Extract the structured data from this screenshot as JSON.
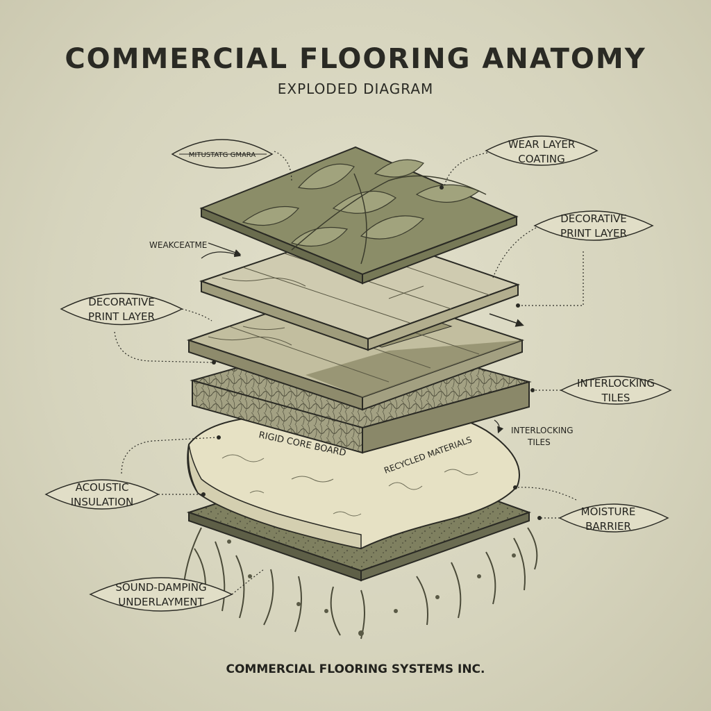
{
  "title": "COMMERCIAL FLOORING ANATOMY",
  "subtitle": "EXPLODED DIAGRAM",
  "footer": "COMMERCIAL FLOORING SYSTEMS INC.",
  "colors": {
    "background": "#d8d6c0",
    "ink": "#2a2a24",
    "top_layer": "#8b8d68",
    "wood_light": "#cfcbb0",
    "wood_mid": "#b8b493",
    "wood_dark": "#9a9774",
    "fiber_layer": "#9c9a7c",
    "foam_layer": "#e6e1c4",
    "base_layer": "#7f8060"
  },
  "callouts": {
    "leaf_tag": "MITUSTATG GMARA",
    "wear_layer": [
      "WEAR LAYER",
      "COATING"
    ],
    "decorative_right": [
      "DECORATIVE",
      "PRINT LAYER"
    ],
    "decorative_left": [
      "DECORATIVE",
      "PRINT LAYER"
    ],
    "weak_arrow": "WEAKCEATME",
    "interlocking_right": [
      "INTERLOCKING",
      "TILES"
    ],
    "interlocking_plain": [
      "INTERLOCKING",
      "TILES"
    ],
    "rigid_core": "RIGID CORE BOARD",
    "recycled": "RECYCLED MATERIALS",
    "acoustic": [
      "ACOUSTIC",
      "INSULATION"
    ],
    "moisture": [
      "MOISTURE",
      "BARRIER"
    ],
    "sound_damping": [
      "SOUND-DAMPING",
      "UNDERLAYMENT"
    ]
  }
}
